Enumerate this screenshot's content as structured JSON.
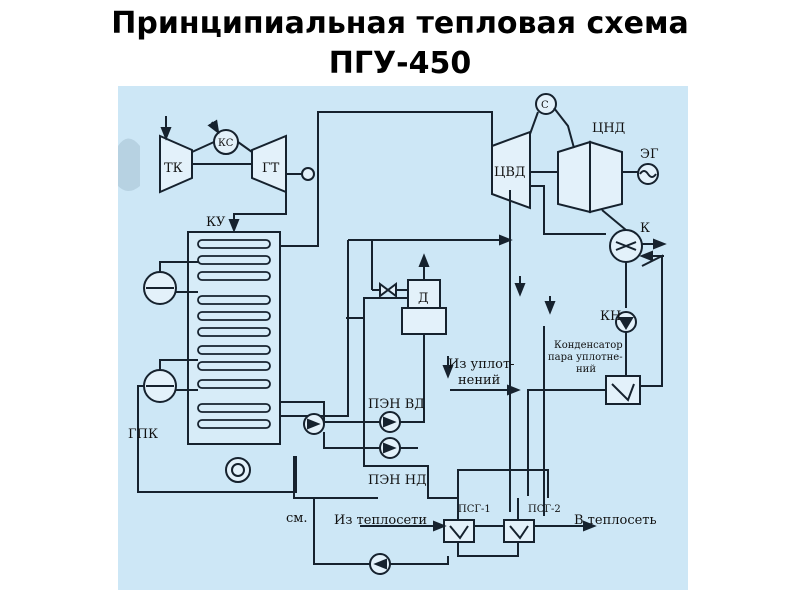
{
  "title": {
    "line1": "Принципиальная тепловая схема",
    "line2": "ПГУ-450"
  },
  "colors": {
    "background": "#ffffff",
    "scheme_background": "#cde7f6",
    "line": "#16222e"
  },
  "labels": {
    "tk": "ТК",
    "ks": "КС",
    "gt": "ГТ",
    "ku": "КУ",
    "gpk": "ГПК",
    "c": "С",
    "cnd": "ЦНД",
    "cvd": "ЦВД",
    "eg": "ЭГ",
    "k": "К",
    "kn": "КН",
    "d": "Д",
    "condenser": "Конденсатор",
    "condenser2": "пара уплотне-",
    "condenser3": "ний",
    "iz_uplot1": "Из уплот-",
    "iz_uplot2": "нений",
    "pen_vd": "ПЭН ВД",
    "pen_nd": "ПЭН НД",
    "sm": "см.",
    "iz_teploseti": "Из теплосети",
    "psg1": "ПСГ-1",
    "psg2": "ПСГ-2",
    "v_teploset": "В теплосеть"
  }
}
